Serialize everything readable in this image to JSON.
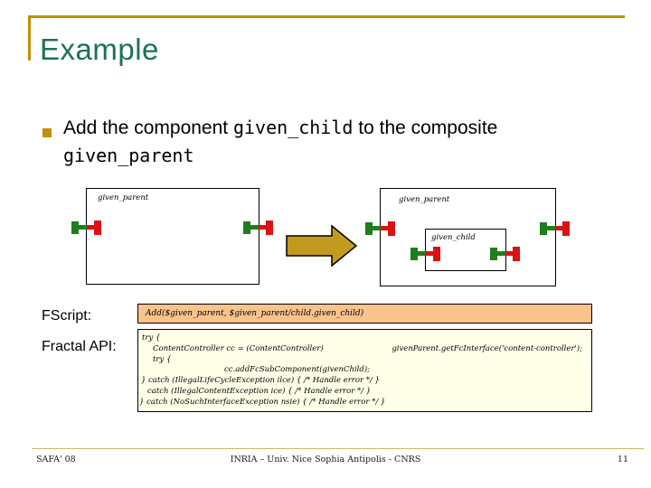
{
  "slide": {
    "title": "Example",
    "bullet": {
      "text_before": "Add the component ",
      "code_child": "given_child",
      "text_after": " to the composite",
      "code_parent": "given_parent"
    },
    "diagram": {
      "left_parent_label": "given_parent",
      "right_parent_label": "given_parent",
      "child_label": "given_child"
    },
    "fscript": {
      "label": "FScript:",
      "code": "Add($given_parent, $given_parent/child.given_child)"
    },
    "fractal_api": {
      "label": "Fractal API:",
      "code_lines": [
        "try {",
        "ContentController cc = (ContentController)",
        "try {",
        "cc.addFcSubComponent(givenChild);",
        "} catch (IllegalLifeCycleException ilce) { /* Handle error */ }",
        "catch (IllegalContentException ice) { /* Handle error */ }",
        "} catch (NoSuchInterfaceException nsie) { /* Handle error */ }"
      ],
      "line2_right": "givenParent.getFcInterface('content-controller');"
    },
    "footer": {
      "left": "SAFA' 08",
      "center": "INRIA – Univ. Nice Sophia Antipolis - CNRS",
      "page": "11"
    },
    "colors": {
      "accent_gold": "#BF9000",
      "arrow_gold": "#C49A1E",
      "interface_green": "#1E7E1E",
      "interface_red": "#DD1111",
      "title_green": "#1B7350",
      "fscript_box_bg": "#FAC38C",
      "api_box_bg": "#FFFFE8"
    }
  }
}
